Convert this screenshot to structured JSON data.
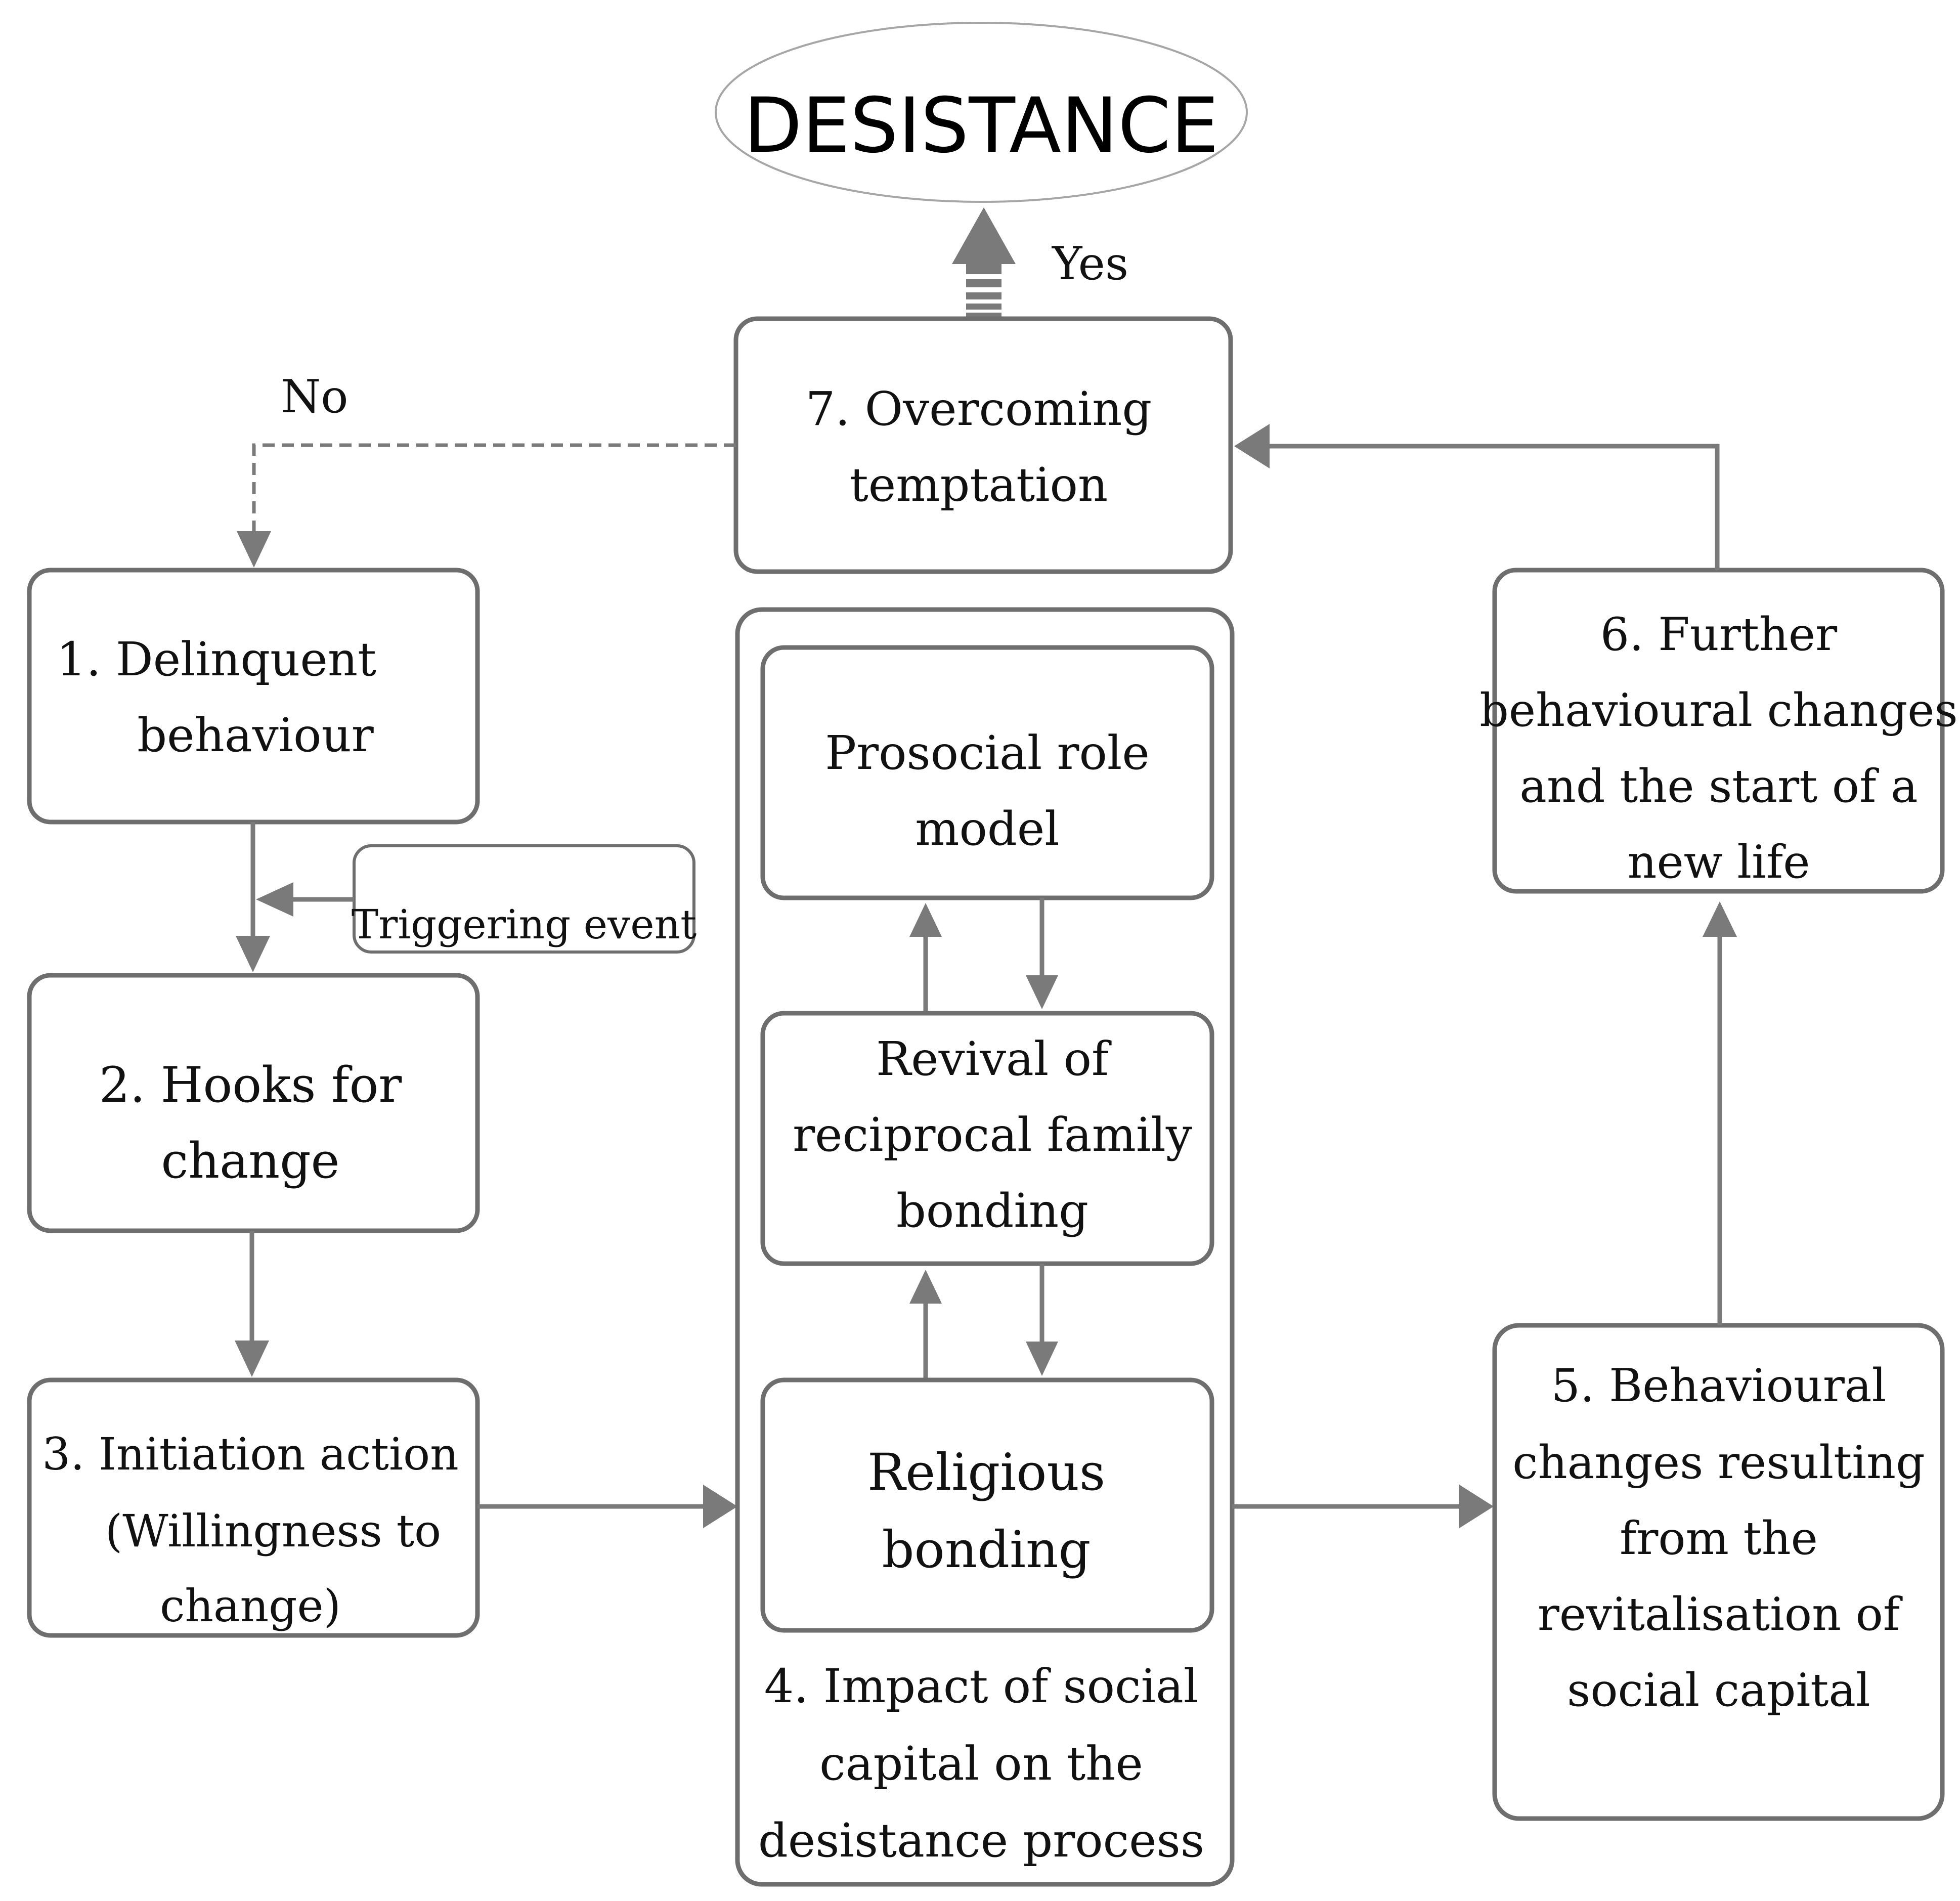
{
  "goal": {
    "label": "DESISTANCE"
  },
  "decision_labels": {
    "yes": "Yes",
    "no": "No"
  },
  "steps": {
    "step1": [
      "1. Delinquent",
      "behaviour"
    ],
    "trigger": [
      "Triggering event"
    ],
    "step2": [
      "2. Hooks for",
      "change"
    ],
    "step3": [
      "3. Initiation action",
      "(Willingness to",
      "change)"
    ],
    "step4_inner": {
      "role_model": [
        "Prosocial role",
        "model"
      ],
      "family_bonding": [
        "Revival of",
        "reciprocal family",
        "bonding"
      ],
      "religious_bonding": [
        "Religious",
        "bonding"
      ]
    },
    "step4": [
      "4. Impact of social",
      "capital on the",
      "desistance process"
    ],
    "step5": [
      "5. Behavioural",
      "changes resulting",
      "from the",
      "revitalisation of",
      "social capital"
    ],
    "step6": [
      "6. Further",
      "behavioural changes",
      "and the start of a",
      "new life"
    ],
    "step7": [
      "7. Overcoming",
      "temptation"
    ]
  },
  "colors": {
    "box_stroke": "#6e6e6e",
    "connector": "#7a7a7a",
    "ellipse_stroke": "#a6a6a6",
    "text": "#111111"
  }
}
